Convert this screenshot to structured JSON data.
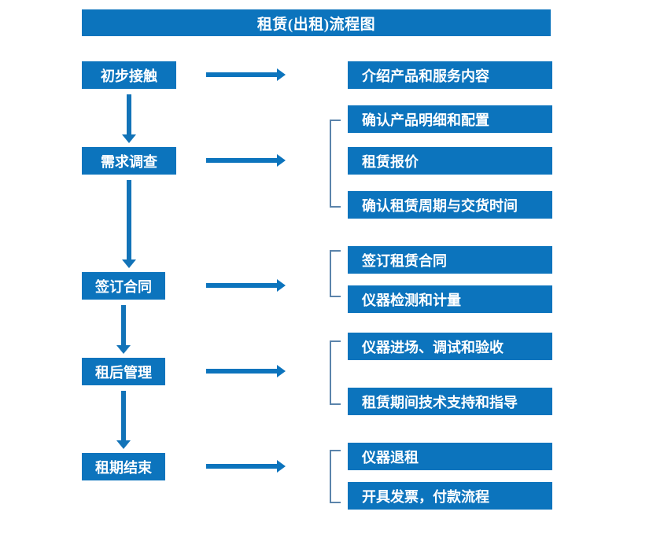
{
  "diagram": {
    "title": "租赁(出租)流程图",
    "accent_color": "#0c74bd",
    "bracket_color": "#5b84ab",
    "text_color": "#ffffff",
    "background_color": "#ffffff"
  },
  "stages": [
    {
      "label": "初步接触"
    },
    {
      "label": "需求调查"
    },
    {
      "label": "签订合同"
    },
    {
      "label": "租后管理"
    },
    {
      "label": "租期结束"
    }
  ],
  "tasks": [
    {
      "label": "介绍产品和服务内容"
    },
    {
      "label": "确认产品明细和配置"
    },
    {
      "label": "租赁报价"
    },
    {
      "label": "确认租赁周期与交货时间"
    },
    {
      "label": "签订租赁合同"
    },
    {
      "label": "仪器检测和计量"
    },
    {
      "label": "仪器进场、调试和验收"
    },
    {
      "label": "租赁期间技术支持和指导"
    },
    {
      "label": "仪器退租"
    },
    {
      "label": "开具发票，付款流程"
    }
  ],
  "groups": [
    {
      "name": "需求调查-tasks",
      "task_count": 3
    },
    {
      "name": "签订合同-tasks",
      "task_count": 2
    },
    {
      "name": "租后管理-tasks",
      "task_count": 2
    },
    {
      "name": "租期结束-tasks",
      "task_count": 2
    }
  ]
}
